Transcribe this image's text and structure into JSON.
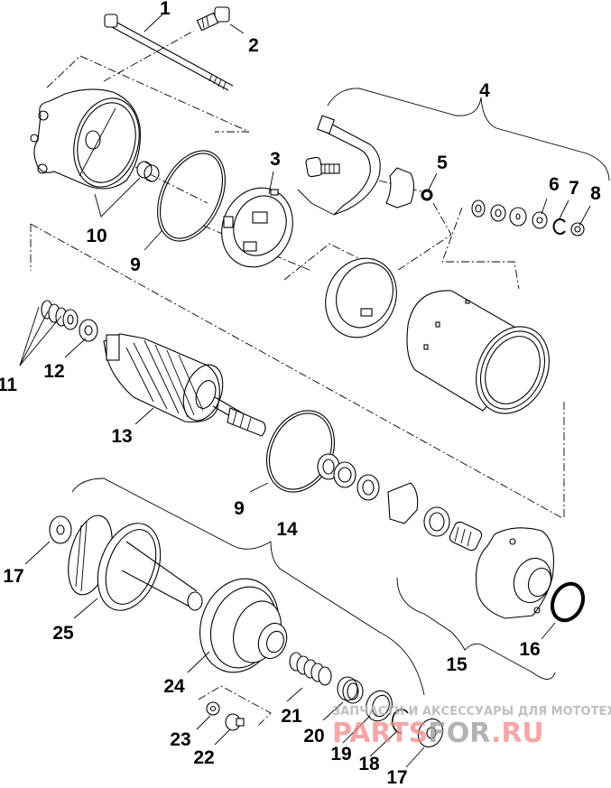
{
  "diagram": {
    "title": "Starter motor exploded parts diagram",
    "callouts": [
      {
        "id": "1",
        "label": "1"
      },
      {
        "id": "2",
        "label": "2"
      },
      {
        "id": "3",
        "label": "3"
      },
      {
        "id": "4",
        "label": "4"
      },
      {
        "id": "5",
        "label": "5"
      },
      {
        "id": "6",
        "label": "6"
      },
      {
        "id": "7",
        "label": "7"
      },
      {
        "id": "8",
        "label": "8"
      },
      {
        "id": "9a",
        "label": "9"
      },
      {
        "id": "10",
        "label": "10"
      },
      {
        "id": "11",
        "label": "11"
      },
      {
        "id": "12",
        "label": "12"
      },
      {
        "id": "13",
        "label": "13"
      },
      {
        "id": "9b",
        "label": "9"
      },
      {
        "id": "14",
        "label": "14"
      },
      {
        "id": "15",
        "label": "15"
      },
      {
        "id": "16",
        "label": "16"
      },
      {
        "id": "17a",
        "label": "17"
      },
      {
        "id": "25",
        "label": "25"
      },
      {
        "id": "24",
        "label": "24"
      },
      {
        "id": "21",
        "label": "21"
      },
      {
        "id": "23",
        "label": "23"
      },
      {
        "id": "22",
        "label": "22"
      },
      {
        "id": "20",
        "label": "20"
      },
      {
        "id": "19",
        "label": "19"
      },
      {
        "id": "18",
        "label": "18"
      },
      {
        "id": "17b",
        "label": "17"
      }
    ]
  },
  "watermark": {
    "tagline": "ЗАПЧАСТИ И АКСЕССУАРЫ ДЛЯ МОТОТЕХНИКИ",
    "brand_part1": "PARTS",
    "brand_part2": "FOR",
    "brand_part3": ".RU"
  }
}
